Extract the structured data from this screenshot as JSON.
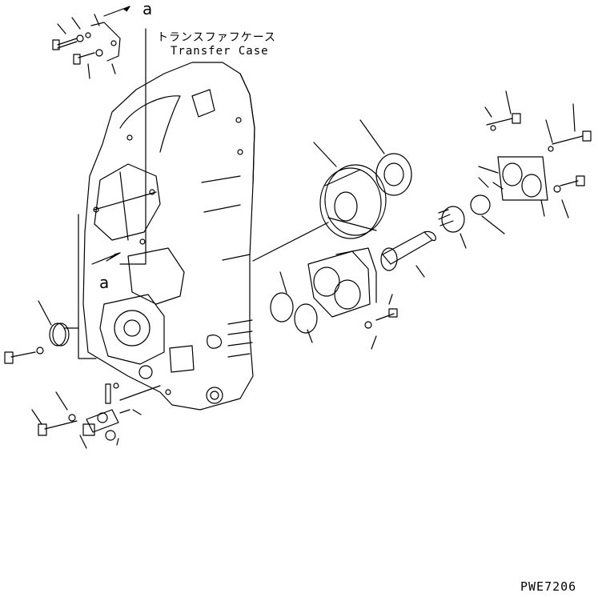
{
  "title_jp": "トランスファフケース",
  "title_en": "Transfer Case",
  "ref_label_top": "a",
  "ref_label_left": "a",
  "drawing_code": "PWE7206"
}
